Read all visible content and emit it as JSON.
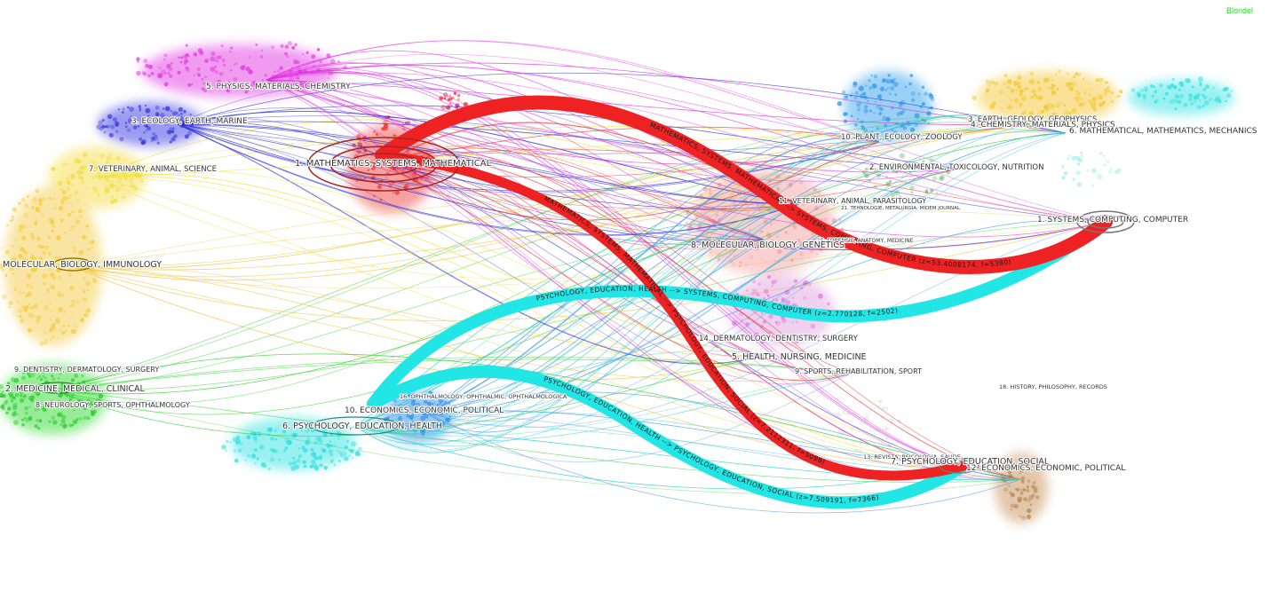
{
  "algorithm_label": "Blondel",
  "map_left": {
    "clusters": [
      {
        "id": "L1",
        "label": "1. MATHEMATICS, SYSTEMS, MATHEMATICAL",
        "color": "#ee2222"
      },
      {
        "id": "L2",
        "label": "2. MEDICINE, MEDICAL, CLINICAL",
        "color": "#22cc22"
      },
      {
        "id": "L3",
        "label": "3. ECOLOGY, EARTH, MARINE",
        "color": "#2222dd"
      },
      {
        "id": "L4",
        "label": "MOLECULAR, BIOLOGY, IMMUNOLOGY",
        "color": "#f2cc33"
      },
      {
        "id": "L5",
        "label": "5. PHYSICS, MATERIALS, CHEMISTRY",
        "color": "#dd22dd"
      },
      {
        "id": "L6",
        "label": "6. PSYCHOLOGY, EDUCATION, HEALTH",
        "color": "#22dddd"
      },
      {
        "id": "L7",
        "label": "7. VETERINARY, ANIMAL, SCIENCE",
        "color": "#f5ee44"
      },
      {
        "id": "L8",
        "label": "8. NEUROLOGY, SPORTS, OPHTHALMOLOGY",
        "color": "#88bb88"
      },
      {
        "id": "L9",
        "label": "9. DENTISTRY, DERMATOLOGY, SURGERY",
        "color": "#eecc88"
      },
      {
        "id": "L10",
        "label": "10. ECONOMICS, ECONOMIC, POLITICAL",
        "color": "#3388ee"
      }
    ]
  },
  "map_right": {
    "clusters": [
      {
        "id": "R1",
        "label": "1. SYSTEMS, COMPUTING, COMPUTER",
        "color": "#ee2222"
      },
      {
        "id": "R2",
        "label": "2. ENVIRONMENTAL, TOXICOLOGY, NUTRITION",
        "color": "#22cc22"
      },
      {
        "id": "R3",
        "label": "3. EARTH, GEOLOGY, GEOPHYSICS",
        "color": "#2222dd"
      },
      {
        "id": "R4",
        "label": "4. CHEMISTRY, MATERIALS, PHYSICS",
        "color": "#f2cc33"
      },
      {
        "id": "R5",
        "label": "5. HEALTH, NURSING, MEDICINE",
        "color": "#dd22dd"
      },
      {
        "id": "R6",
        "label": "6. MATHEMATICAL, MATHEMATICS, MECHANICS",
        "color": "#22dddd"
      },
      {
        "id": "R7",
        "label": "7. PSYCHOLOGY, EDUCATION, SOCIAL",
        "color": "#22dddd"
      },
      {
        "id": "R8",
        "label": "8. MOLECULAR, BIOLOGY, GENETICS",
        "color": "#f5ee44"
      },
      {
        "id": "R9",
        "label": "9. SPORTS, REHABILITATION, SPORT",
        "color": "#88bb88"
      },
      {
        "id": "R10",
        "label": "10. PLANT, ECOLOGY, ZOOLOGY",
        "color": "#3388ee"
      },
      {
        "id": "R11",
        "label": "11. VETERINARY, ANIMAL, PARASITOLOGY",
        "color": "#bb8844"
      },
      {
        "id": "R12",
        "label": "12. ECONOMICS, ECONOMIC, POLITICAL",
        "color": "#aa7744"
      },
      {
        "id": "R13",
        "label": "13. REVISTA, PSICOLOGIA, SAUDE",
        "color": "#ee88ee"
      },
      {
        "id": "R14",
        "label": "14. DERMATOLOGY, DENTISTRY, SURGERY",
        "color": "#eecc88"
      },
      {
        "id": "R15",
        "label": "15. FORENSIC, ANATOMY, MEDICINE",
        "color": "#999999"
      },
      {
        "id": "R16",
        "label": "16. OPHTHALMOLOGY, OPHTHALMIC, OPHTHALMOLOGICA",
        "color": "#99bb99"
      },
      {
        "id": "R18",
        "label": "18. HISTORY, PHILOSOPHY, RECORDS",
        "color": "#886644"
      },
      {
        "id": "R21",
        "label": "21. TEHNOLOGIE, METALURGIA, MIDEM JOURNAL",
        "color": "#aaaaaa"
      }
    ]
  },
  "main_flows": [
    {
      "label": "MATHEMATICS, SYSTEMS, MATHEMATICAL --> SYSTEMS, COMPUTING, COMPUTER (z=53.4008174, f=5380)",
      "color": "#ee2222"
    },
    {
      "label": "MATHEMATICS, SYSTEMS, MATHEMATICAL --> PSYCHOLOGY, EDUCATION, SOCIAL (z=7.2112311, f=5098)",
      "color": "#ee2222"
    },
    {
      "label": "PSYCHOLOGY, EDUCATION, HEALTH --> SYSTEMS, COMPUTING, COMPUTER (z=2.770128, f=2502)",
      "color": "#22e6e6"
    },
    {
      "label": "PSYCHOLOGY, EDUCATION, HEALTH --> PSYCHOLOGY, EDUCATION, SOCIAL (z=7.509191, f=7366)",
      "color": "#22e6e6"
    }
  ]
}
